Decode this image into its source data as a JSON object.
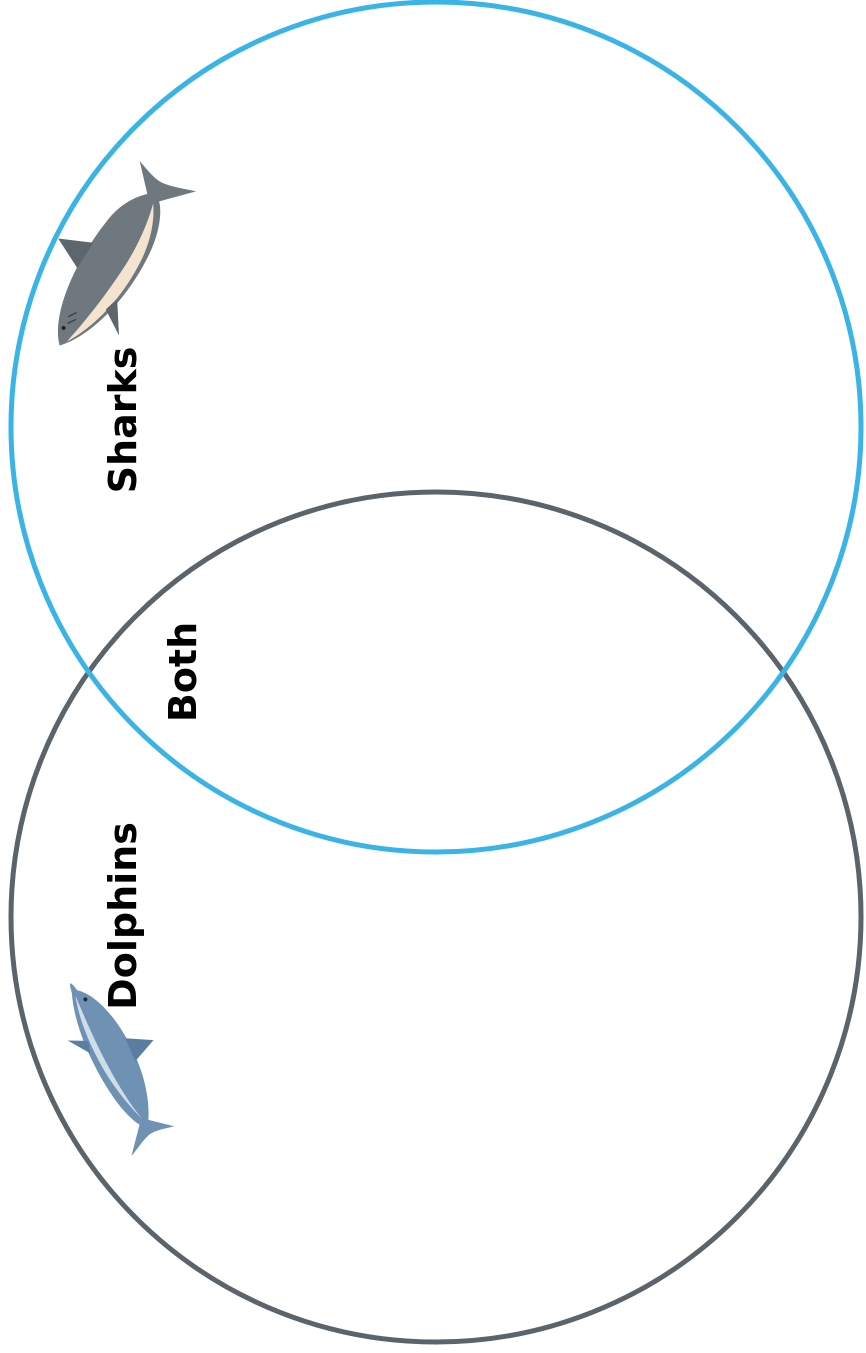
{
  "diagram": {
    "type": "venn",
    "sets": [
      {
        "label": "Sharks",
        "color": "#3ab3e6",
        "icon": "shark-icon"
      },
      {
        "label": "Dolphins",
        "color": "#5b636b",
        "icon": "dolphin-icon"
      }
    ],
    "intersection": {
      "label": "Both"
    }
  }
}
